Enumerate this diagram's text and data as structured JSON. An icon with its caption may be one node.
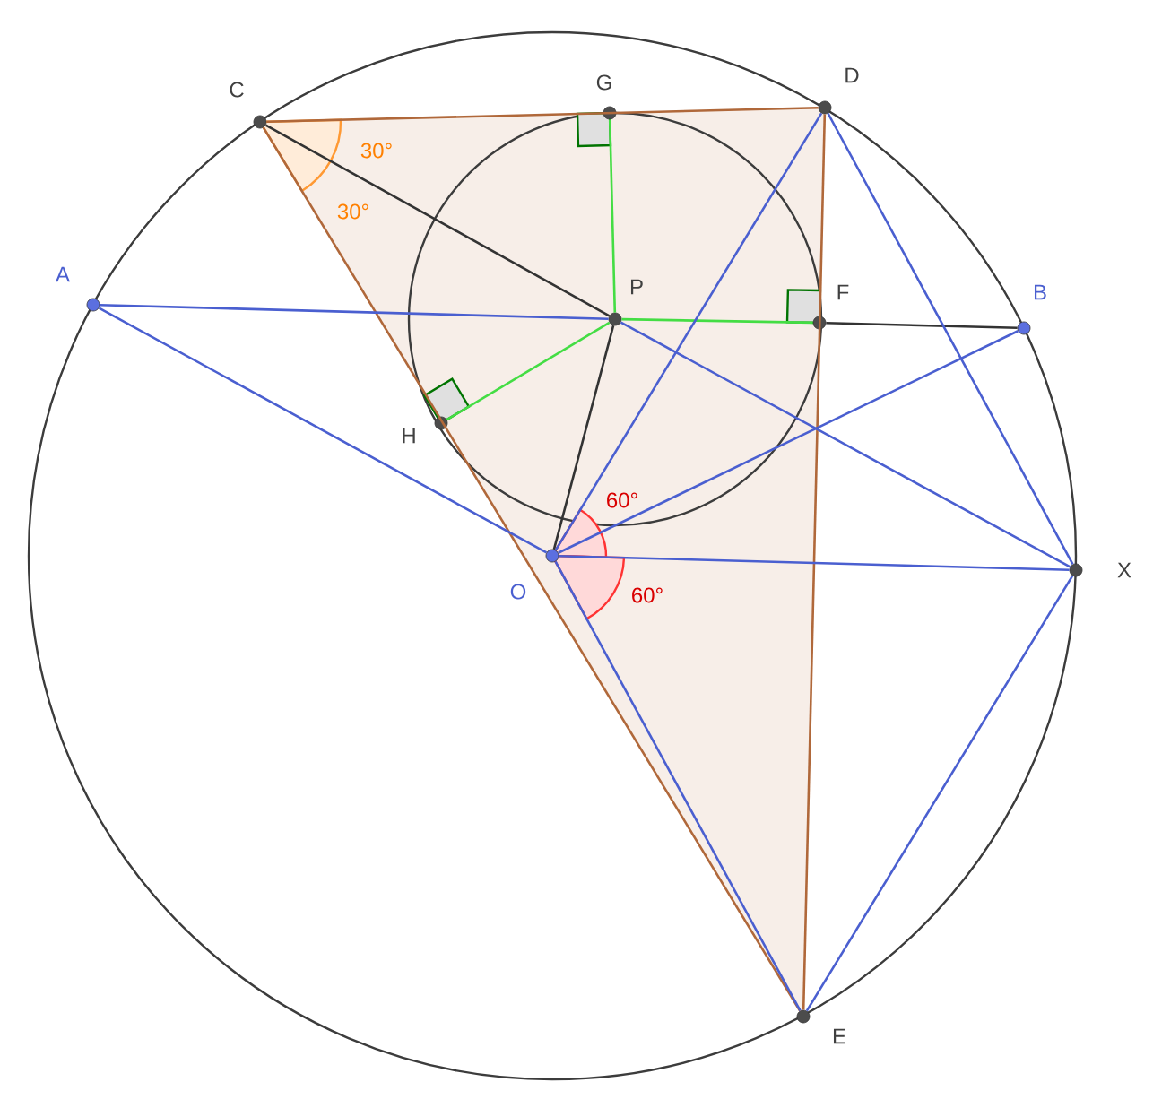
{
  "diagram": {
    "nodes": [
      {
        "text": [
          "C"
        ]
      },
      {
        "text": [
          "G"
        ]
      },
      {
        "text": [
          "D"
        ]
      },
      {
        "text": [
          "A"
        ]
      },
      {
        "text": [
          "P"
        ]
      },
      {
        "text": [
          "F"
        ]
      },
      {
        "text": [
          "B"
        ]
      },
      {
        "text": [
          "H"
        ]
      },
      {
        "text": [
          "O"
        ]
      },
      {
        "text": [
          "X"
        ]
      },
      {
        "text": [
          "E"
        ]
      }
    ],
    "edges": [
      {
        "from": 0,
        "to": 2,
        "arrow": "none",
        "color": "#b0683a"
      },
      {
        "from": 2,
        "to": 10,
        "arrow": "none",
        "color": "#b0683a"
      },
      {
        "from": 10,
        "to": 0,
        "arrow": "none",
        "color": "#b0683a"
      },
      {
        "from": 0,
        "to": 4,
        "arrow": "none",
        "color": "#333333"
      },
      {
        "from": 4,
        "to": 1,
        "arrow": "none",
        "color": "#44dd44"
      },
      {
        "from": 4,
        "to": 5,
        "arrow": "none",
        "color": "#44dd44"
      },
      {
        "from": 4,
        "to": 7,
        "arrow": "none",
        "color": "#44dd44"
      },
      {
        "from": 5,
        "to": 6,
        "arrow": "none",
        "color": "#333333"
      },
      {
        "from": 4,
        "to": 8,
        "arrow": "none",
        "color": "#333333"
      },
      {
        "from": 3,
        "to": 4,
        "arrow": "none"
      },
      {
        "from": 4,
        "to": 9,
        "arrow": "none"
      },
      {
        "from": 3,
        "to": 8,
        "arrow": "none"
      },
      {
        "from": 8,
        "to": 2,
        "arrow": "none"
      },
      {
        "from": 8,
        "to": 6,
        "arrow": "none"
      },
      {
        "from": 8,
        "to": 9,
        "arrow": "none"
      },
      {
        "from": 8,
        "to": 10,
        "arrow": "none"
      },
      {
        "from": 2,
        "to": 9,
        "arrow": "none"
      },
      {
        "from": 9,
        "to": 10,
        "arrow": "none"
      }
    ],
    "labels": [
      "30°",
      "30°",
      "60°",
      "60°"
    ]
  }
}
